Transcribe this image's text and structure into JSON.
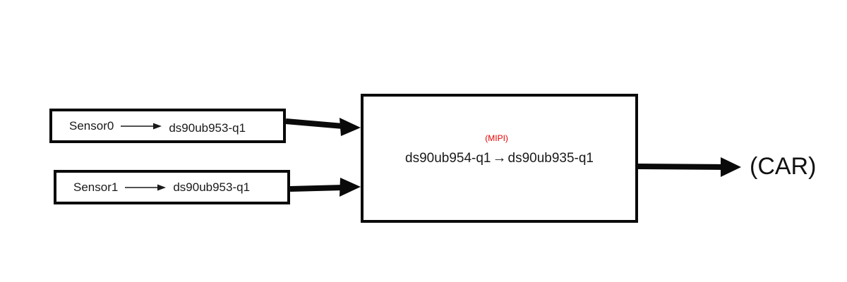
{
  "diagram": {
    "sensor0_box": {
      "label": "Sensor0",
      "serializer": "ds90ub953-q1"
    },
    "sensor1_box": {
      "label": "Sensor1",
      "serializer": "ds90ub953-q1"
    },
    "deserializer_box": {
      "left_chip": "ds90ub954-q1",
      "arrow": "→",
      "annotation": "(MIPI)",
      "right_chip": "ds90ub935-q1"
    },
    "output_label": "(CAR)",
    "colors": {
      "line": "#0a0a0a",
      "annotation": "#e50000"
    }
  }
}
